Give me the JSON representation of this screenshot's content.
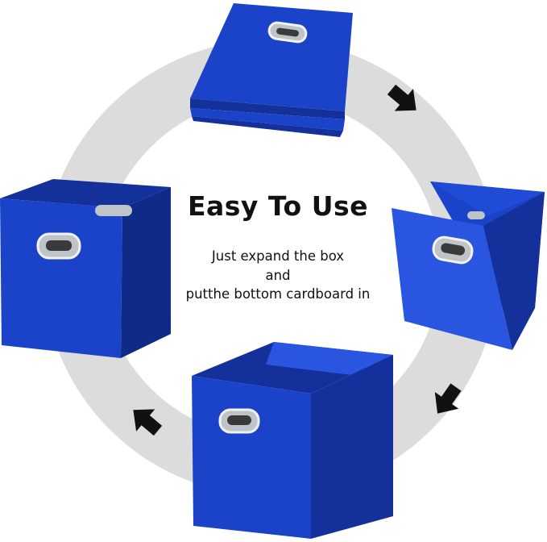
{
  "headline": "Easy To Use",
  "instructions": {
    "line1": "Just expand the box",
    "line2": "and",
    "line3": "putthe bottom cardboard in"
  },
  "colors": {
    "box_blue": "#1b43c9",
    "box_blue_dark": "#14309a",
    "box_blue_light": "#2a55e0",
    "ring_gray": "#dcdcdc",
    "arrow": "#111111"
  },
  "icons": [
    "arrow-icon",
    "handle-icon"
  ]
}
